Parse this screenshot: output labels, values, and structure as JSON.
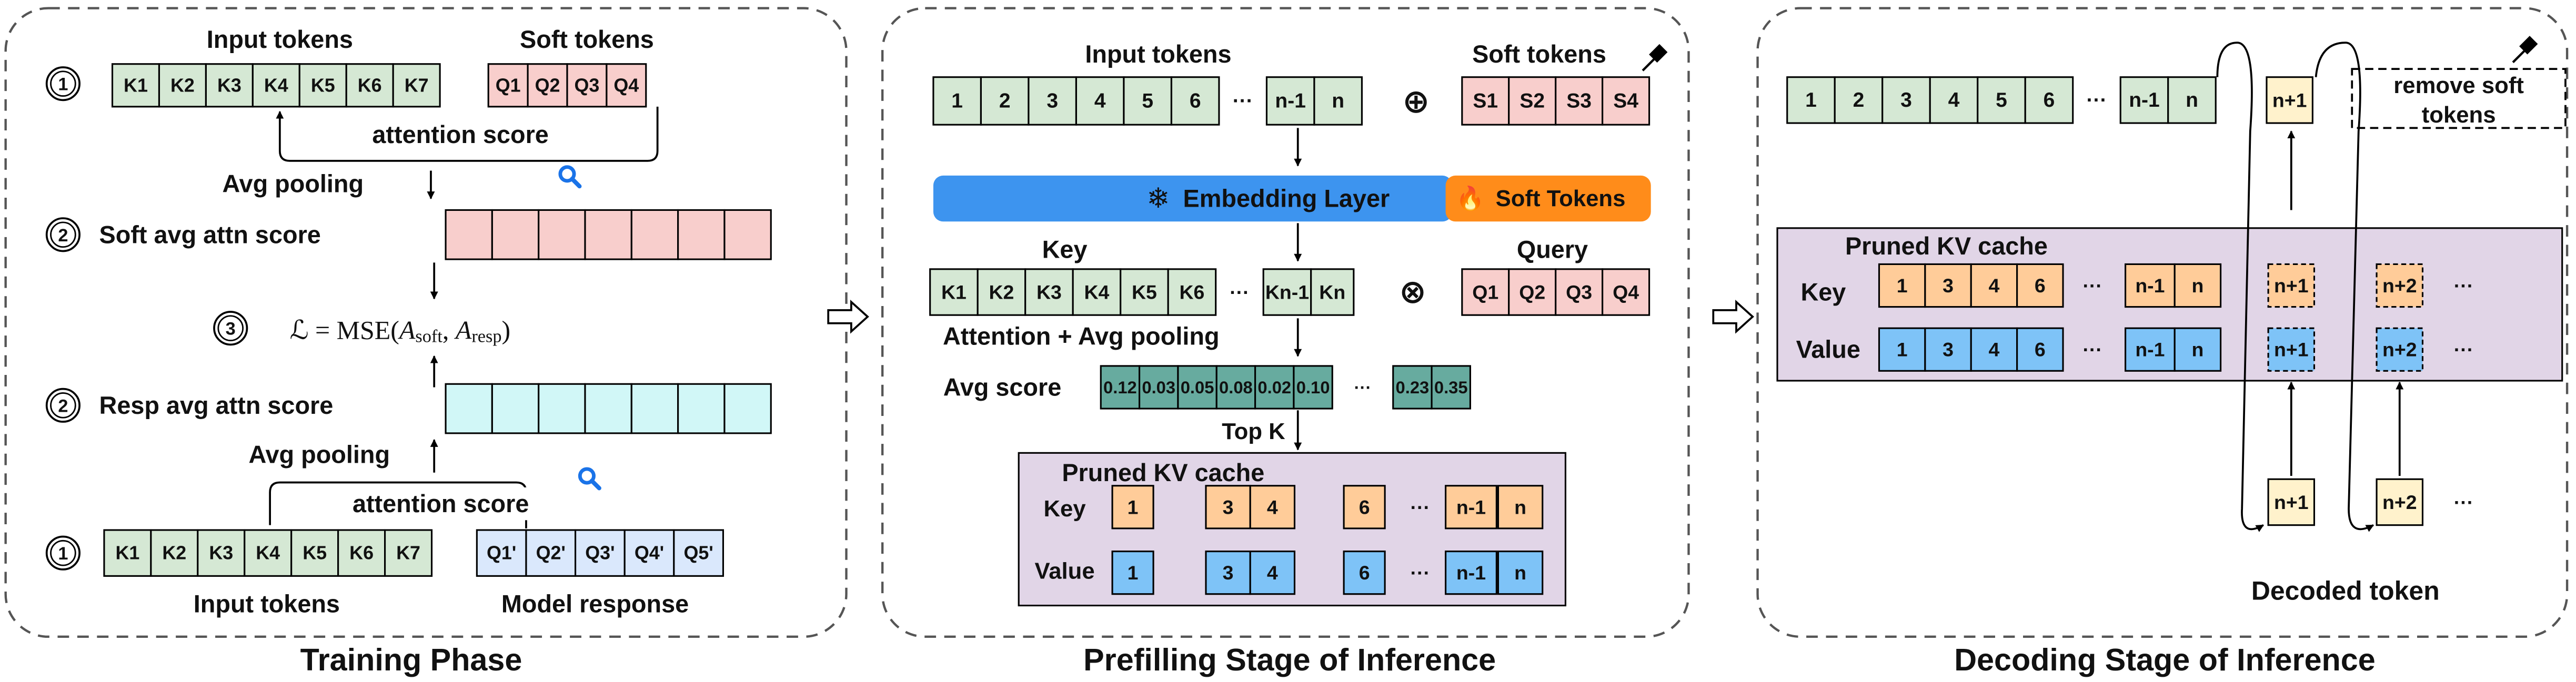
{
  "colors": {
    "green": "#d5e8d4",
    "pink": "#f8cecc",
    "cyan": "#d1f7f7",
    "lightblue": "#dae8fc",
    "teal": "#67ab9f",
    "orange": "#ffcc99",
    "blue": "#7ec3f7",
    "yellow": "#fff2cc",
    "purple": "#e1d5e7",
    "embed_blue": "#3d94ef",
    "embed_orange": "#ff8c1a",
    "magnifier": "#1a73e8"
  },
  "training": {
    "title": "Training Phase",
    "input_tokens_label": "Input tokens",
    "soft_tokens_label": "Soft tokens",
    "input_tokens": [
      "K1",
      "K2",
      "K3",
      "K4",
      "K5",
      "K6",
      "K7"
    ],
    "soft_tokens": [
      "Q1",
      "Q2",
      "Q3",
      "Q4"
    ],
    "attention_score_label": "attention score",
    "avg_pooling_label": "Avg pooling",
    "soft_avg_label": "Soft avg attn score",
    "resp_avg_label": "Resp avg attn score",
    "loss_lhs": "ℒ = MSE(",
    "loss_a": "A",
    "loss_soft": "soft",
    "loss_comma": ", ",
    "loss_resp": "resp",
    "loss_rhs": ")",
    "step1": "1",
    "step2": "2",
    "step3": "3",
    "response_tokens": [
      "Q1'",
      "Q2'",
      "Q3'",
      "Q4'",
      "Q5'"
    ],
    "bottom_input_label": "Input tokens",
    "model_response_label": "Model response"
  },
  "prefill": {
    "title": "Prefilling Stage of Inference",
    "input_tokens_label": "Input tokens",
    "soft_tokens_label": "Soft tokens",
    "input_tokens": [
      "1",
      "2",
      "3",
      "4",
      "5",
      "6",
      "···",
      "n-1",
      "n"
    ],
    "soft_tokens": [
      "S1",
      "S2",
      "S3",
      "S4"
    ],
    "oplus": "⊕",
    "otimes": "⊗",
    "snowflake": "❄",
    "fire": "🔥",
    "embedding_label": "Embedding Layer",
    "soft_embed_label": "Soft Tokens",
    "key_label": "Key",
    "query_label": "Query",
    "key_tokens": [
      "K1",
      "K2",
      "K3",
      "K4",
      "K5",
      "K6",
      "···",
      "Kn-1",
      "Kn"
    ],
    "query_tokens": [
      "Q1",
      "Q2",
      "Q3",
      "Q4"
    ],
    "attn_pool_label": "Attention + Avg pooling",
    "avg_score_label": "Avg score",
    "scores": [
      "0.12",
      "0.03",
      "0.05",
      "0.08",
      "0.02",
      "0.10",
      "···",
      "0.23",
      "0.35"
    ],
    "topk_label": "Top K",
    "pruned_label": "Pruned KV cache",
    "pruned_key_label": "Key",
    "pruned_value_label": "Value",
    "pruned_tokens": [
      "1",
      "3",
      "4",
      "6",
      "···",
      "n-1",
      "n"
    ]
  },
  "decoding": {
    "title": "Decoding Stage of Inference",
    "input_tokens": [
      "1",
      "2",
      "3",
      "4",
      "5",
      "6",
      "···",
      "n-1",
      "n"
    ],
    "next_top": "n+1",
    "remove_label_1": "remove soft",
    "remove_label_2": "tokens",
    "pruned_label": "Pruned KV cache",
    "key_label": "Key",
    "value_label": "Value",
    "cache_tokens": [
      "1",
      "3",
      "4",
      "6",
      "···",
      "n-1",
      "n"
    ],
    "new1": "n+1",
    "new2": "n+2",
    "ellipsis": "···",
    "decoded": [
      "n+1",
      "n+2",
      "···"
    ],
    "decoded_label": "Decoded token"
  }
}
